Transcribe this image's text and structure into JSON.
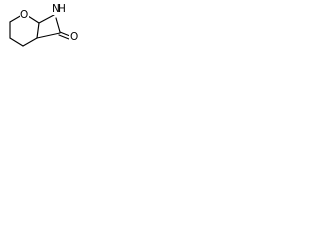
{
  "molecule": {
    "atoms": {
      "ring_oxygen": "O",
      "ring_nitrogen": "N",
      "amide_nitrogen": "H",
      "carbonyl_oxygen": "O"
    },
    "colors": {
      "bond": "#000000",
      "label": "#000000",
      "background": "#ffffff"
    }
  }
}
